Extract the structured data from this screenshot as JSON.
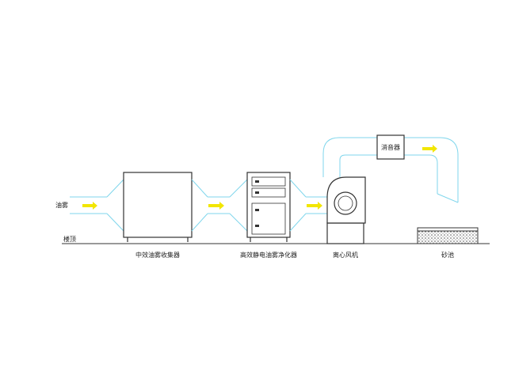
{
  "labels": {
    "oil_mist": "油雾",
    "roof": "楼顶",
    "collector": "中效油雾收集器",
    "purifier": "高效静电油雾净化器",
    "fan": "离心风机",
    "silencer": "消音器",
    "sand_pool": "砂池"
  },
  "colors": {
    "duct": "#7fd6ec",
    "arrow": "#f2e600",
    "outline": "#333333",
    "ground": "#333333",
    "sand": "#444444"
  }
}
